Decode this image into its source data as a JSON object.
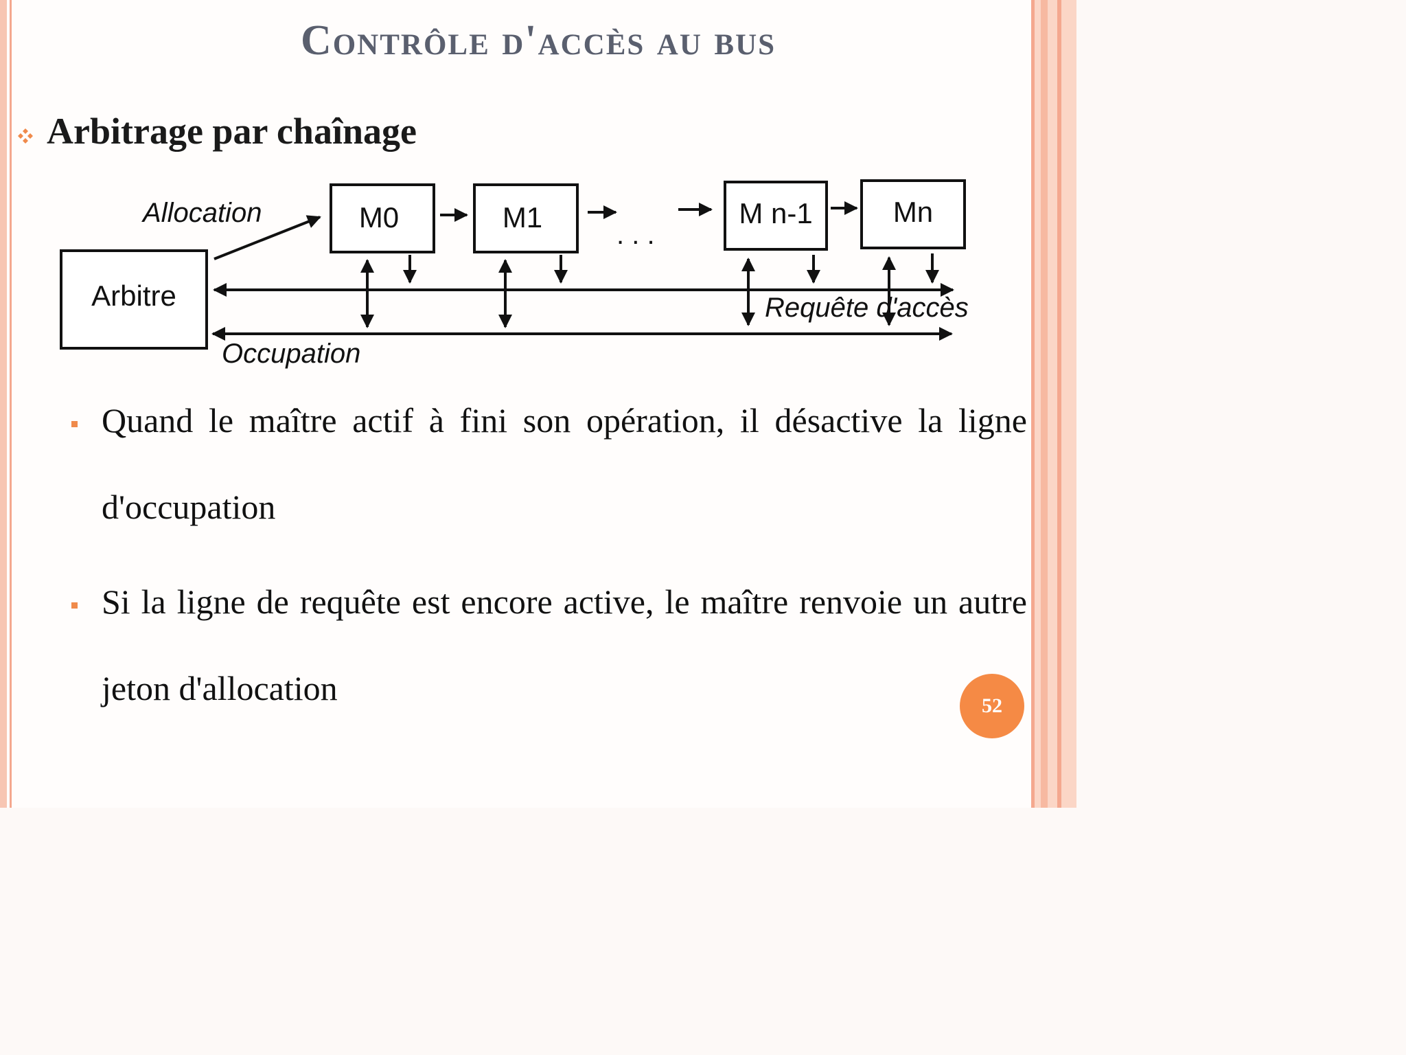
{
  "slide": {
    "title": "Contrôle d'accès au bus",
    "page_number": "52"
  },
  "section": {
    "heading": "Arbitrage par chaînage",
    "bullet_icon": "diamond-cluster-icon"
  },
  "diagram": {
    "arbiter_label": "Arbitre",
    "masters": [
      "M0",
      "M1",
      "M n-1",
      "Mn"
    ],
    "ellipsis": ". . .",
    "allocation_label": "Allocation",
    "request_label": "Requête d'accès",
    "busy_label": "Occupation"
  },
  "bullets": [
    "Quand le maître actif à fini son opération, il désactive la ligne d'occupation",
    "Si la ligne de requête est encore active, le maître renvoie un autre jeton d'allocation"
  ],
  "colors": {
    "accent": "#f58a45",
    "title": "#5a5f6e",
    "frame": "#f4a88f"
  }
}
